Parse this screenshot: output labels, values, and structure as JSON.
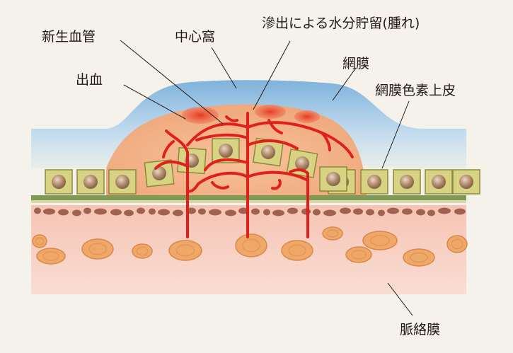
{
  "labels": {
    "neovascular": "新生血管",
    "fovea": "中心窩",
    "exudate": "滲出による水分貯留(腫れ)",
    "retina": "網膜",
    "hemorrhage": "出血",
    "rpe": "網膜色素上皮",
    "choroid": "脈絡膜"
  },
  "colors": {
    "background": "#f4f2ea",
    "retina": "#a9cbe6",
    "swelling": "#f2b58b",
    "rpe_cell": "#d8d283",
    "nucleus": "#9a7a5e",
    "bruch": "#7e9a56",
    "choroid": "#f3cdbd",
    "vessel": "#e0201b",
    "hemorrhage": "#e9573d",
    "choroid_cell": "#f0a868",
    "pigment": "#a0624e"
  }
}
